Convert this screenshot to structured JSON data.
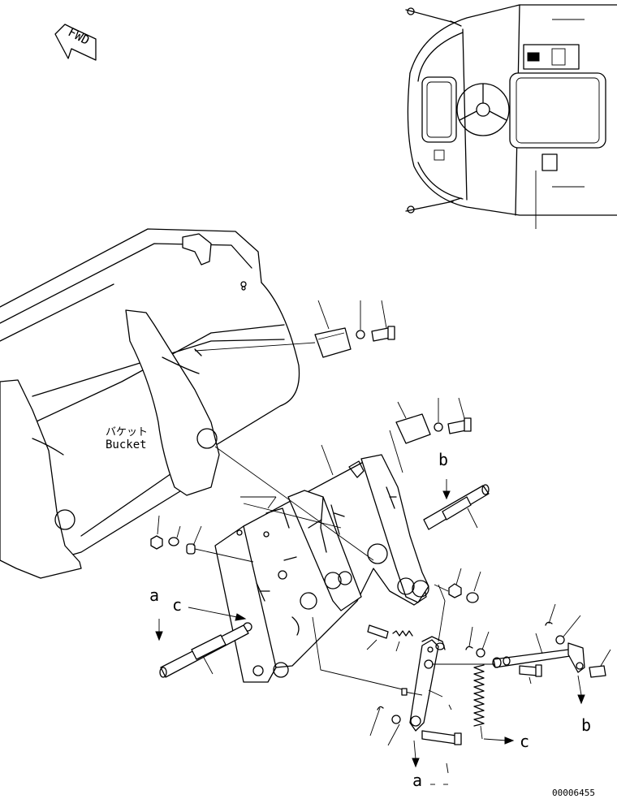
{
  "labels": {
    "fwd": "FWD",
    "bucket_jp": "バケット",
    "bucket_en": "Bucket",
    "callout_a_left": "a",
    "callout_c_left": "c",
    "callout_b_top": "b",
    "callout_b_right": "b",
    "callout_c_right": "c",
    "callout_a_bottom": "a",
    "drawing_number": "00006455"
  }
}
